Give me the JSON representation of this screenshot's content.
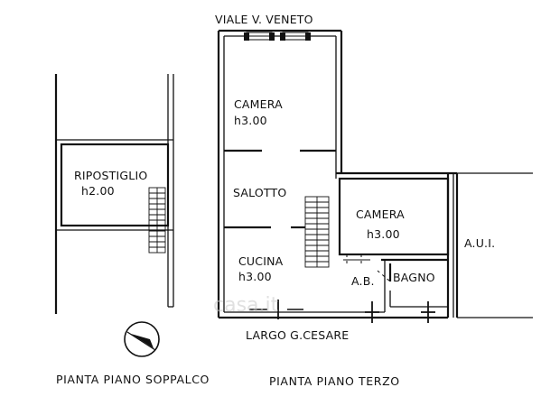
{
  "labels": {
    "street_top": "VIALE V. VENETO",
    "street_bottom": "LARGO G.CESARE",
    "mezzanine_room": "RIPOSTIGLIO",
    "mezzanine_height": "h2.00",
    "room_camera_1": "CAMERA",
    "room_camera_1_height": "h3.00",
    "room_salotto": "SALOTTO",
    "room_cucina": "CUCINA",
    "room_cucina_height": "h3.00",
    "room_camera_2": "CAMERA",
    "room_camera_2_height": "h3.00",
    "room_ab": "A.B.",
    "room_bagno": "BAGNO",
    "aui": "A.U.I.",
    "title_soppalco": "PIANTA PIANO SOPPALCO",
    "title_terzo": "PIANTA PIANO TERZO",
    "watermark": "casa.it"
  }
}
